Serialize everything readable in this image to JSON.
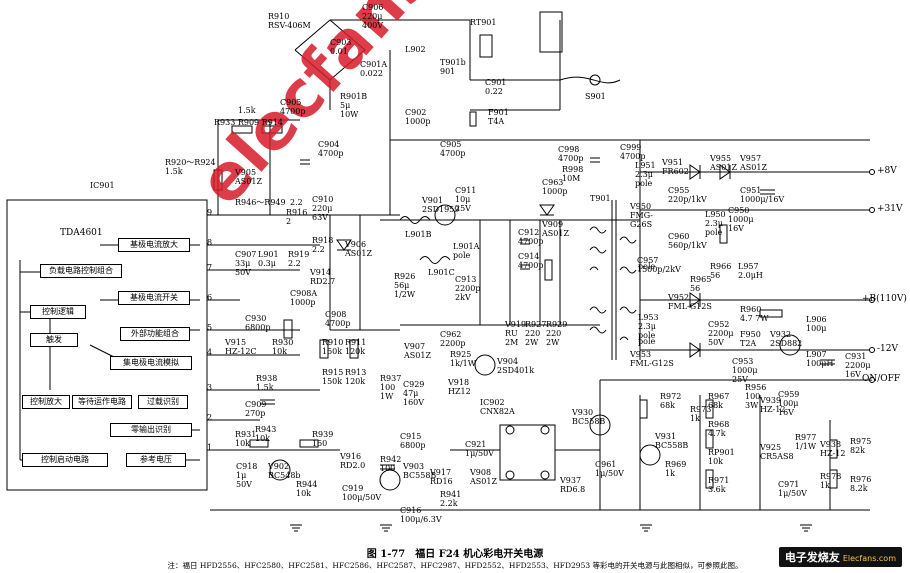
{
  "ic901_label": "IC901",
  "chip_name": "TDA4601",
  "blocks": {
    "b1": "基极电流放大",
    "b2": "负载电路控制组合",
    "b3": "基极电流开关",
    "b4": "控制逻辑",
    "b5": "外部功能组合",
    "b6": "触发",
    "b7": "集电极电流模拟",
    "b8": "控制放大",
    "b9": "等待运作电路",
    "b10": "过载识别",
    "b11": "零输出识别",
    "b12": "控制启动电路",
    "b13": "参考电压"
  },
  "pins": [
    "9",
    "8",
    "7",
    "6",
    "5",
    "4",
    "3",
    "2",
    "1"
  ],
  "components": [
    "R910\nRSV-406M",
    "C906\n220μ\n400V",
    "C903\n0.01",
    "RT901",
    "L902",
    "T901b\n901",
    "C901\n0.22",
    "F901\nT4A",
    "S901",
    "C905\n4700p",
    "R901B\n5μ\n10W",
    "C901A\n0.022",
    "C904\n4700p",
    "C902\n1000p",
    "C905\n4700p",
    "1.5k",
    "R933 R909 R914",
    "R920～R924\n1.5k",
    "V905\nAS01Z",
    "R946～R949",
    "2.2",
    "R916\n2",
    "C910\n220μ\n63V",
    "V901\n2SD1959",
    "C911\n10μ\n25V",
    "L901B",
    "R926\n56μ\n1/2W",
    "L901A\npole",
    "L901C",
    "C912\n4700p",
    "C914\n4700p",
    "C913\n2200p\n2kV",
    "R918\n2.2",
    "V906\nAS01Z",
    "V914\nRD2.7",
    "R919\n2.2",
    "C907\n33μ\n50V",
    "L901\n0.3μ",
    "C908A\n1000p",
    "C930\n6800p",
    "C908\n4700p",
    "V915\nHZ-12C",
    "R930\n10k",
    "R910\n150k",
    "R911\n120k",
    "R915\n150k",
    "R913\n120k",
    "C998\n4700p",
    "C999\n4700p",
    "R998\n10M",
    "C963\n1000p",
    "V909\nAS01Z",
    "T901",
    "L951\n2.3μ\npole",
    "V951\nFR602",
    "C955\n220p/1kV",
    "V955\nAS01Z",
    "V957\nAS01Z",
    "C951\n1000μ/16V",
    "C950\n1000μ\n16V",
    "V950\nFMG-\nG26S",
    "L950\n2.3μ\npole",
    "C960\n560p/1kV",
    "C957\n1500p/2kV",
    "R965\n56",
    "R966\n56",
    "L957\n2.0μH",
    "V952\nFML-G12S",
    "R960\n4.7 7W",
    "L953\n2.3μ\npole",
    "V953\nFML-G12S",
    "C952\n2200μ\n50V",
    "F950\nT2A",
    "V932\n2SD882",
    "L906\n100μ",
    "L907\n100μH",
    "C931\n2200μ\n16V",
    "C953\n1000μ\n25V",
    "R956\n100\n3W",
    "V939\nHZ-12",
    "C959\n100μ\n16V",
    "V919\nRU\n2M",
    "R927\n220\n2W",
    "R929\n220\n2W",
    "C962\n2200p",
    "R925\n1k/1W",
    "V904\n2SD401k",
    "V907\nAS01Z",
    "C929\n47μ\n160V",
    "V918\nHZ12",
    "R937\n100\n1W",
    "IC902\nCNX82A",
    "R972\n68k",
    "R973\n1k",
    "R967\n68k",
    "R968\n4.7k",
    "RP901\n10k",
    "R971\n3.6k",
    "V930\nBC558B",
    "V931\nBC558B",
    "R969\n1k",
    "V937\nRD6.8",
    "C961\n1μ/50V",
    "R977\n1/1W",
    "V938\nHZ-12",
    "R975\n82k",
    "R976\n8.2k",
    "V925\nCR5AS8",
    "C971\n1μ/50V",
    "R978\n1k",
    "R938\n1.5k",
    "C909\n270p",
    "R943\n10k",
    "R931\n10k",
    "R939\n150",
    "C918\n1μ\n50V",
    "V902\nBC548b",
    "R944\n10k",
    "V916\nRD2.0",
    "C919\n100μ/50V",
    "C915\n6800p",
    "R942\n100",
    "V903\nBC558B",
    "V917\nRD16",
    "R941\n2.2k",
    "V908\nAS01Z",
    "C921\n1μ/50V",
    "C916\n100μ/6.3V",
    "pole",
    "pole"
  ],
  "outputs": [
    "+8V",
    "+31V",
    "+B(110V)",
    "-12V",
    "ON/OFF"
  ],
  "caption": "图 1-77　福日 F24 机心彩电开关电源",
  "note": "注：福日 HFD2556、HFC2580、HFC2581、HFC2586、HFC2587、HFC2987、HFD2552、HFD2553、HFD2953 等彩电的开关电源与此图相似，可参照此图。",
  "watermark": "elecfans.com",
  "logo": {
    "main": "电子发烧友",
    "sub": "Elecfans.com"
  }
}
